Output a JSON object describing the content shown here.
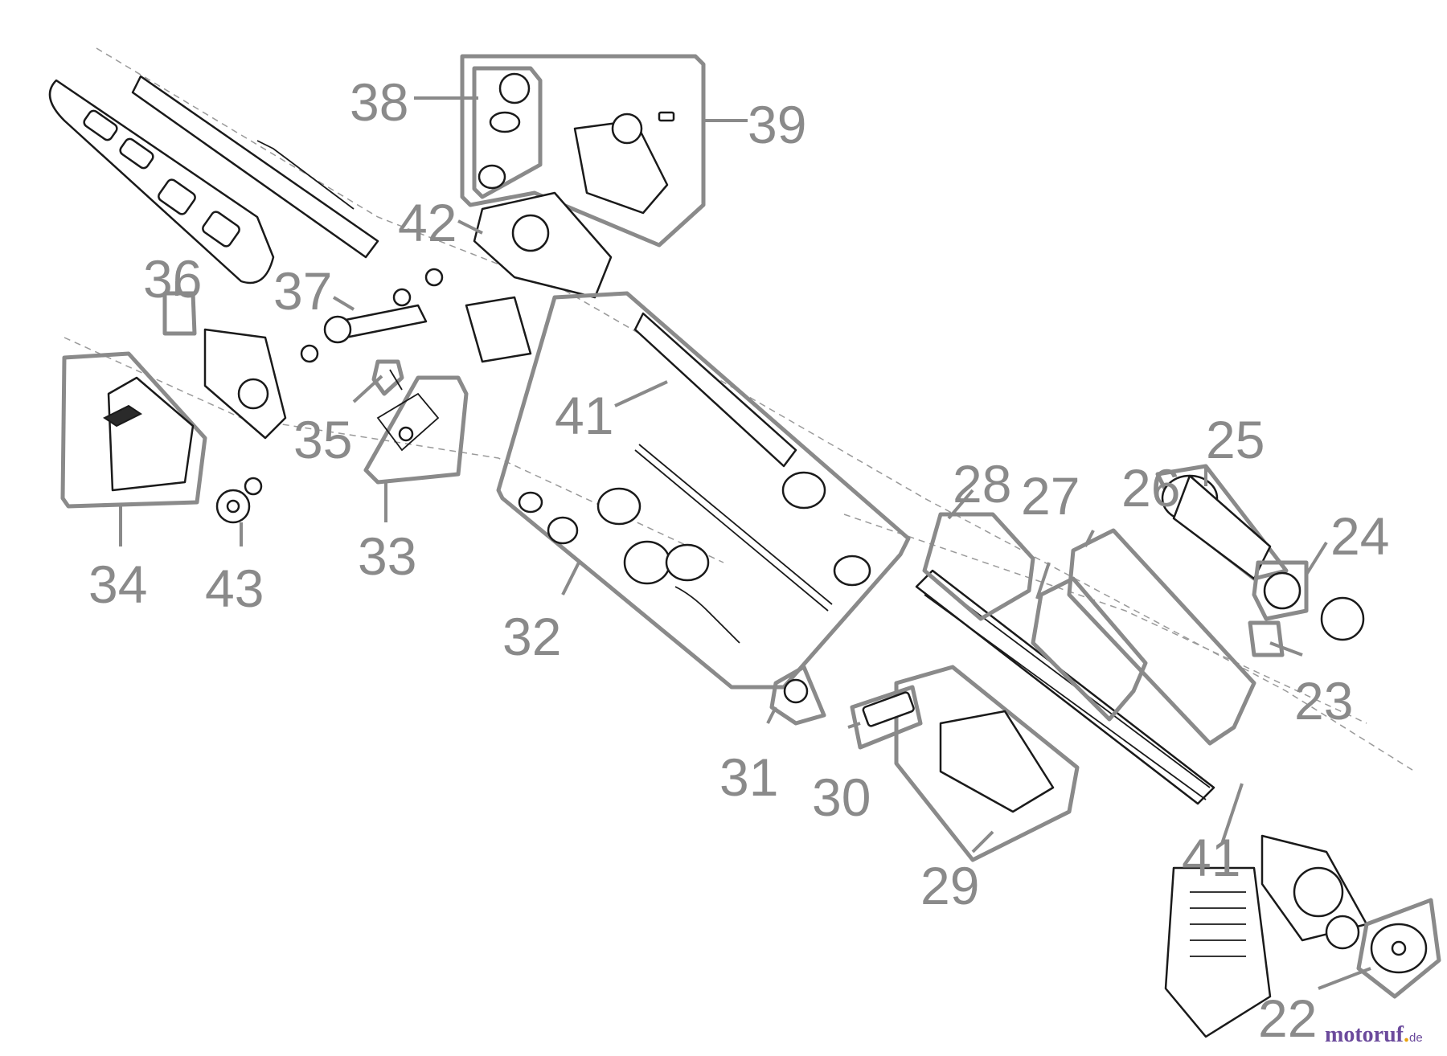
{
  "labels": [
    "22",
    "23",
    "24",
    "25",
    "26",
    "27",
    "28",
    "29",
    "30",
    "31",
    "32",
    "33",
    "34",
    "35",
    "36",
    "37",
    "38",
    "39",
    "41",
    "42",
    "43",
    "41"
  ],
  "brand": {
    "main": "motoruf",
    "dot": ".",
    "tld": "de"
  },
  "colors": {
    "callout": "#8a8a8a",
    "line_art": "#1a1a1a",
    "brand": "#6b4a9c",
    "brand_accent": "#e8a20c"
  }
}
